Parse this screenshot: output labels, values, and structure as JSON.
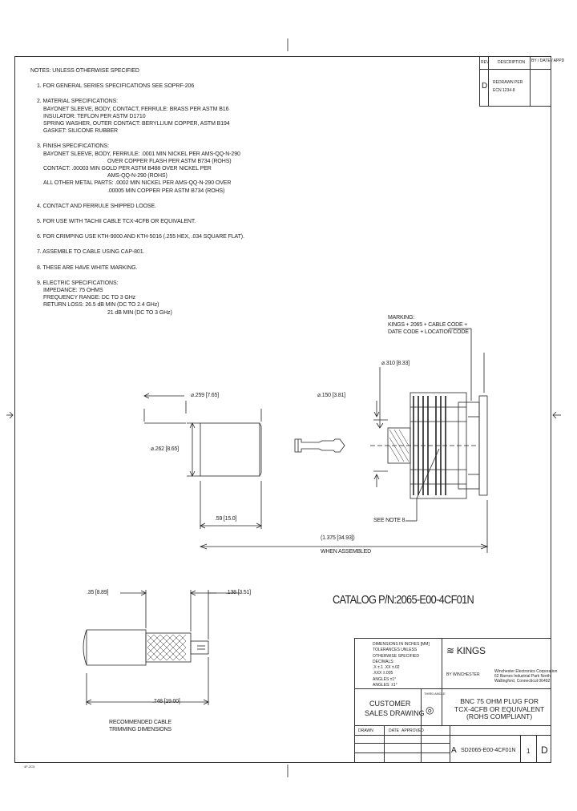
{
  "notes": {
    "heading": "NOTES: UNLESS OTHERWISE SPECIFIED",
    "items": [
      {
        "num": "1.",
        "lines": [
          "FOR GENERAL SERIES SPECIFICATIONS SEE SOPRF-206"
        ]
      },
      {
        "num": "2.",
        "lines": [
          "MATERIAL SPECIFICATIONS:",
          "BAYONET SLEEVE, BODY, CONTACT, FERRULE: BRASS PER ASTM B16",
          "INSULATOR: TEFLON PER ASTM D1710",
          "SPRING WASHER, OUTER CONTACT: BERYLLIUM COPPER, ASTM B194",
          "GASKET: SILICONE RUBBER"
        ]
      },
      {
        "num": "3.",
        "lines": [
          "FINISH SPECIFICATIONS:",
          "BAYONET SLEEVE, BODY, FERRULE: .0001 MIN NICKEL PER AMS-QQ-N-290",
          "OVER COPPER FLASH PER ASTM B734 (ROHS)",
          "CONTACT: .00003 MIN GOLD PER ASTM B488 OVER NICKEL PER",
          "AMS-QQ-N-290 (ROHS)",
          "ALL OTHER METAL PARTS: .0002 MIN NICKEL PER AMS-QQ-N-290 OVER",
          ".00005 MIN COPPER PER ASTM B734 (ROHS)"
        ]
      },
      {
        "num": "4.",
        "lines": [
          "CONTACT AND FERRULE SHIPPED LOOSE."
        ]
      },
      {
        "num": "5.",
        "lines": [
          "FOR USE WITH TACHII CABLE TCX-4CFB OR EQUIVALENT."
        ]
      },
      {
        "num": "6.",
        "lines": [
          "FOR CRIMPING USE KTH-9000 AND KTH-5016 (.255 HEX, .034 SQUARE FLAT)."
        ]
      },
      {
        "num": "7.",
        "lines": [
          "ASSEMBLE TO CABLE USING CAP-801."
        ]
      },
      {
        "num": "8.",
        "lines": [
          "THESE ARE HAVE WHITE MARKING."
        ]
      },
      {
        "num": "9.",
        "lines": [
          "ELECTRIC SPECIFICATIONS:",
          "IMPEDANCE: 75 OHMS",
          "FREQUENCY RANGE: DC TO 3 GHz",
          "RETURN LOSS: 26.5 dB MIN (DC TO 2.4 GHz)",
          "21 dB MIN (DC TO 3 GHz)"
        ]
      }
    ]
  },
  "revision_block": {
    "col1": "REV",
    "col2": "DESCRIPTION",
    "col3": "BY / DATE / APPD",
    "rev_letter": "D",
    "desc1": "REDRAWN PER",
    "desc2": "ECN 1234-8"
  },
  "drawing": {
    "marking_label": [
      "MARKING:",
      "KINGS + 2065 + CABLE CODE +",
      "DATE CODE + LOCATION CODE"
    ],
    "dim_310": "⌀.310 [8.33]",
    "dim_259": "⌀.259 [7.65]",
    "dim_150": "⌀.150 [3.81]",
    "dim_262": "⌀.262 [8.65]",
    "dim_59": ".59 [15.0]",
    "dim_1375": "(1.375 [34.93])",
    "when_assembled": "WHEN ASSEMBLED",
    "see_note": "SEE NOTE 8",
    "trim_dim_left": ".35 [8.89]",
    "trim_dim_right": ".138 [3.51]",
    "trim_dim_bottom": ".748 [19.00]",
    "trim_caption": [
      "RECOMMENDED CABLE",
      "TRIMMING DIMENSIONS"
    ]
  },
  "catalog": "CATALOG P/N:2065-E00-4CF01N",
  "title_block": {
    "tolerance_lines": [
      "DIMENSIONS IN INCHES [MM]",
      "TOLERANCES UNLESS",
      "OTHERWISE SPECIFIED",
      "DECIMALS:",
      ".X ±.1  .XX ±.02",
      ".XXX ±.005",
      "ANGLES ±1°",
      "ANGLES: ±1°"
    ],
    "brand": "KINGS",
    "winchester": "BY WINCHESTER",
    "company": [
      "Winchester Electronics Corporation",
      "62 Barnes Industrial Park North",
      "Wallingford, Connecticut 06492"
    ],
    "customer": "CUSTOMER",
    "sales": "SALES DRAWING",
    "scale_label": "THIRD ANGLE",
    "title_lines": [
      "BNC 75 OHM PLUG FOR",
      "TCX-4CFB OR EQUIVALENT",
      "(ROHS COMPLIANT)"
    ],
    "drawn": "DRAWN",
    "date": "DATE",
    "approved": "APPROVED",
    "size": "A",
    "dwg_no": "SD2065-E00-4CF01N",
    "sheet": "1",
    "rev": "D"
  },
  "side_note": "4F-2C5"
}
